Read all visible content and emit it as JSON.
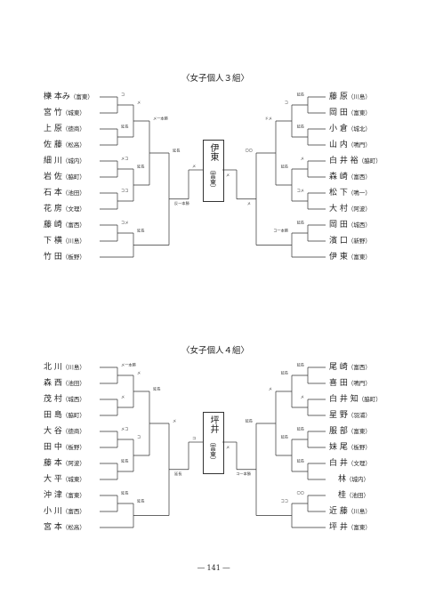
{
  "groups": [
    {
      "title": "〈女子個人３組〉",
      "champion": {
        "name": "伊東",
        "school": "（富東）"
      },
      "left": [
        {
          "name": "櫟 本み",
          "school": "（富東）"
        },
        {
          "name": "宮 竹",
          "school": "（城東）"
        },
        {
          "name": "上 原",
          "school": "（徳商）"
        },
        {
          "name": "佐 藤",
          "school": "（松高）"
        },
        {
          "name": "細 川",
          "school": "（城内）"
        },
        {
          "name": "岩 佐",
          "school": "（脇町）"
        },
        {
          "name": "石 本",
          "school": "（池田）"
        },
        {
          "name": "花 房",
          "school": "（文理）"
        },
        {
          "name": "藤 崎",
          "school": "（富西）"
        },
        {
          "name": "下 横",
          "school": "（川島）"
        },
        {
          "name": "竹 田",
          "school": "（板野）"
        }
      ],
      "right": [
        {
          "name": "藤 原",
          "school": "（川島）"
        },
        {
          "name": "岡 田",
          "school": "（富東）"
        },
        {
          "name": "小 倉",
          "school": "（城北）"
        },
        {
          "name": "山 内",
          "school": "（鳴門）"
        },
        {
          "name": "白 井 裕",
          "school": "（脇町）"
        },
        {
          "name": "森 崎",
          "school": "（富西）"
        },
        {
          "name": "松 下",
          "school": "（鳴一）"
        },
        {
          "name": "大 村",
          "school": "（阿波）"
        },
        {
          "name": "岡 田",
          "school": "（城西）"
        },
        {
          "name": "濱 口",
          "school": "（新野）"
        },
        {
          "name": "伊 東",
          "school": "（富東）"
        }
      ],
      "labels": [
        "コ",
        "延長",
        "メコ",
        "ココ",
        "コメ",
        "メ",
        "延長",
        "延長",
        "メ一本勝",
        "延長",
        "反一本勝",
        "メ一本勝",
        "メ",
        "延長",
        "延長",
        "延長",
        "メ",
        "コメ",
        "延長",
        "コ",
        "延長",
        "コ一本勝",
        "ドメ",
        "〇〇",
        "メ",
        "コメ",
        "ココ",
        "メメ"
      ]
    },
    {
      "title": "〈女子個人４組〉",
      "champion": {
        "name": "坪井",
        "school": "（富東）"
      },
      "left": [
        {
          "name": "北 川",
          "school": "（川島）"
        },
        {
          "name": "森 西",
          "school": "（池田）"
        },
        {
          "name": "茂 村",
          "school": "（城西）"
        },
        {
          "name": "田 島",
          "school": "（脇町）"
        },
        {
          "name": "大 谷",
          "school": "（徳商）"
        },
        {
          "name": "田 中",
          "school": "（板野）"
        },
        {
          "name": "藤 本",
          "school": "（阿波）"
        },
        {
          "name": "大 平",
          "school": "（城東）"
        },
        {
          "name": "沖 津",
          "school": "（富東）"
        },
        {
          "name": "小 川",
          "school": "（富西）"
        },
        {
          "name": "宮 本",
          "school": "（松高）"
        }
      ],
      "right": [
        {
          "name": "尾 崎",
          "school": "（富西）"
        },
        {
          "name": "喜 田",
          "school": "（鳴門）"
        },
        {
          "name": "白 井 知",
          "school": "（脇町）"
        },
        {
          "name": "星 野",
          "school": "（羽浦）"
        },
        {
          "name": "服 部",
          "school": "（富東）"
        },
        {
          "name": "妹 尾",
          "school": "（板野）"
        },
        {
          "name": "白 井",
          "school": "（文理）"
        },
        {
          "name": "林",
          "school": "（城内）"
        },
        {
          "name": "桂",
          "school": "（池田）"
        },
        {
          "name": "近 藤",
          "school": "（川島）"
        },
        {
          "name": "坪 井",
          "school": "（富東）"
        }
      ],
      "labels": [
        "メ一本勝",
        "メ",
        "メコ",
        "延長",
        "延長",
        "メ",
        "コ",
        "延長",
        "延長",
        "メ",
        "延長",
        "メメ",
        "メ",
        "ドコ",
        "メコ",
        "延長",
        "メ",
        "延長",
        "延長",
        "〇〇",
        "延長",
        "延長",
        "ココ",
        "メ",
        "延長",
        "コ一本勝",
        "メメ",
        "コ",
        "メ"
      ]
    }
  ],
  "page_number": "― 141 ―"
}
